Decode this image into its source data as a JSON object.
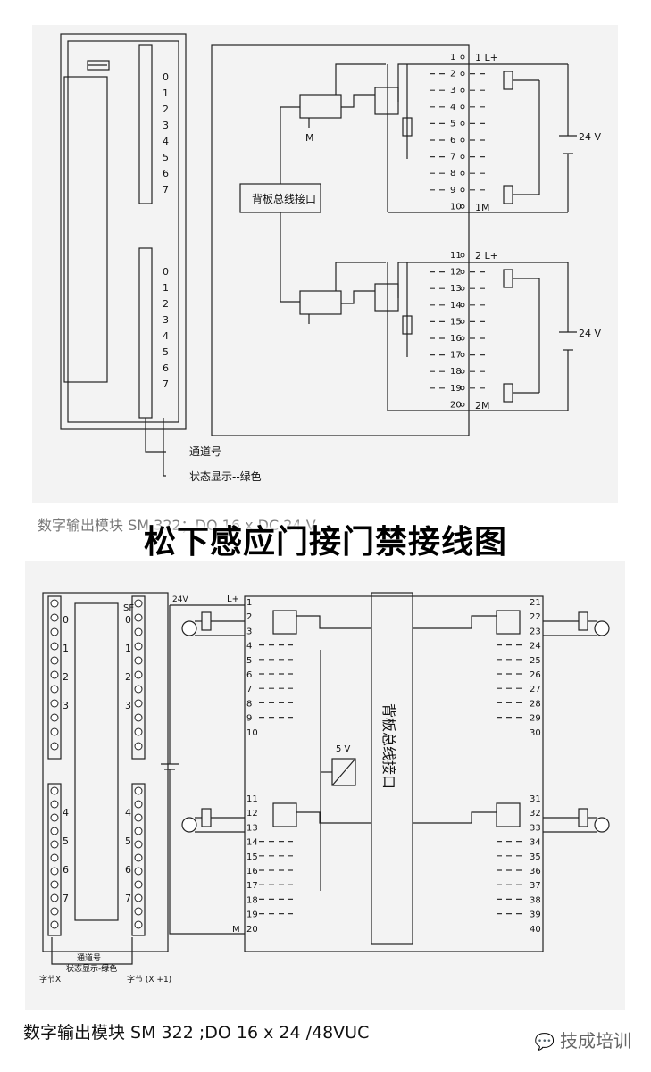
{
  "title": "松下感应门接门禁接线图",
  "top_diagram": {
    "caption": "数字输出模块 SM 322；DO 16 x DC 24 V",
    "bus_label": "背板总线接口",
    "channel_no_label": "通道号",
    "status_label": "状态显示--绿色",
    "supply_label": "24 V",
    "m_label": "M",
    "left_channels": [
      "0",
      "1",
      "2",
      "3",
      "4",
      "5",
      "6",
      "7"
    ],
    "group1": {
      "lplus": "1 L+",
      "mminus": "1M",
      "terminals": [
        "1",
        "2",
        "3",
        "4",
        "5",
        "6",
        "7",
        "8",
        "9",
        "10"
      ]
    },
    "group2": {
      "lplus": "2 L+",
      "mminus": "2M",
      "terminals": [
        "11",
        "12",
        "13",
        "14",
        "15",
        "16",
        "17",
        "18",
        "19",
        "20"
      ]
    }
  },
  "bottom_diagram": {
    "caption": "数字输出模块 SM 322 ;DO 16 x 24 /48VUC",
    "bus_label": "背板总线接口",
    "five_v": "5 V",
    "v24": "24V",
    "lplus": "L+",
    "m_label": "M",
    "sf_label": "SF",
    "channel_no_label": "通道号",
    "status_label": "状态显示-绿色",
    "byte_x": "字节X",
    "byte_x1": "字节 (X +1)",
    "left_channels": [
      "0",
      "1",
      "2",
      "3",
      "4",
      "5",
      "6",
      "7"
    ],
    "right_channels": [
      "0",
      "1",
      "2",
      "3",
      "4",
      "5",
      "6",
      "7"
    ],
    "terminals_left": [
      "1",
      "2",
      "3",
      "4",
      "5",
      "6",
      "7",
      "8",
      "9",
      "10",
      "11",
      "12",
      "13",
      "14",
      "15",
      "16",
      "17",
      "18",
      "19",
      "20"
    ],
    "terminals_right": [
      "21",
      "22",
      "23",
      "24",
      "25",
      "26",
      "27",
      "28",
      "29",
      "30",
      "31",
      "32",
      "33",
      "34",
      "35",
      "36",
      "37",
      "38",
      "39",
      "40"
    ]
  },
  "watermark": "技成培训",
  "watermark_icon": "wechat-icon"
}
